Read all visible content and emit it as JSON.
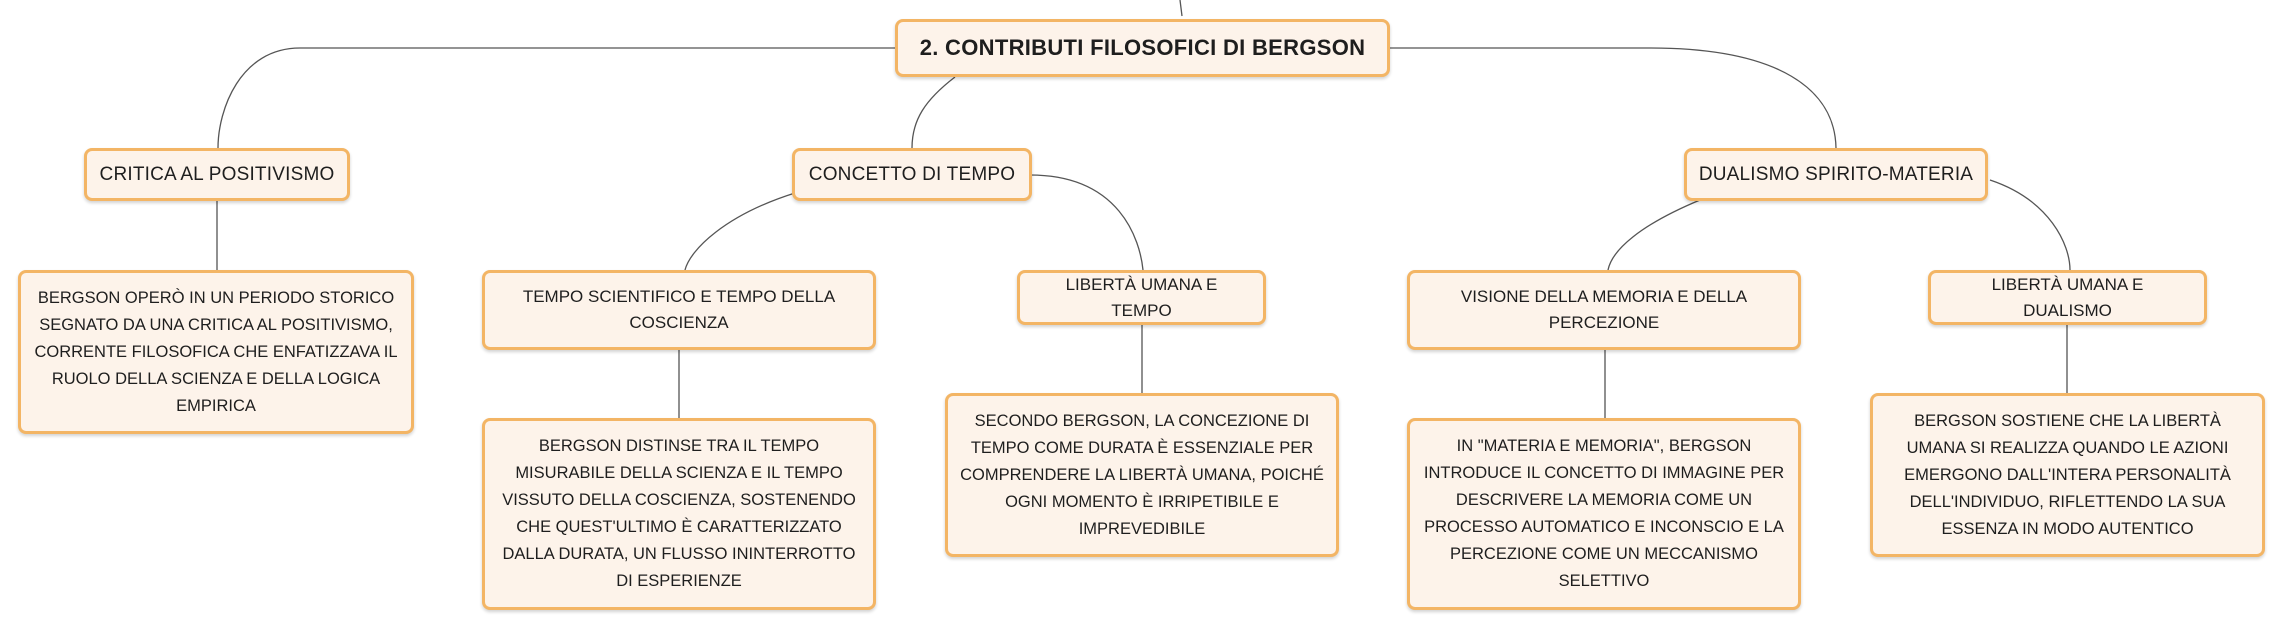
{
  "map": {
    "root": "2. CONTRIBUTI FILOSOFICI DI BERGSON",
    "topics": [
      {
        "title": "CRITICA AL POSITIVISMO",
        "detail": "BERGSON OPERÒ IN UN PERIODO STORICO SEGNATO DA UNA CRITICA AL POSITIVISMO, CORRENTE FILOSOFICA CHE ENFATIZZAVA IL RUOLO DELLA SCIENZA E DELLA LOGICA EMPIRICA"
      },
      {
        "title": "CONCETTO DI TEMPO",
        "subtopics": [
          {
            "title": "TEMPO SCIENTIFICO E TEMPO DELLA COSCIENZA",
            "detail": "BERGSON DISTINSE TRA IL TEMPO MISURABILE DELLA SCIENZA E IL TEMPO VISSUTO DELLA COSCIENZA, SOSTENENDO CHE QUEST'ULTIMO È CARATTERIZZATO DALLA DURATA, UN FLUSSO ININTERROTTO DI ESPERIENZE"
          },
          {
            "title": "LIBERTÀ UMANA E TEMPO",
            "detail": "SECONDO BERGSON, LA CONCEZIONE DI TEMPO COME DURATA È ESSENZIALE PER COMPRENDERE LA LIBERTÀ UMANA, POICHÉ OGNI MOMENTO È IRRIPETIBILE E IMPREVEDIBILE"
          }
        ]
      },
      {
        "title": "DUALISMO SPIRITO-MATERIA",
        "subtopics": [
          {
            "title": "VISIONE DELLA MEMORIA E DELLA PERCEZIONE",
            "detail": "IN \"MATERIA E MEMORIA\", BERGSON INTRODUCE IL CONCETTO DI IMMAGINE PER DESCRIVERE LA MEMORIA COME UN PROCESSO AUTOMATICO E INCONSCIO E LA PERCEZIONE COME UN MECCANISMO SELETTIVO"
          },
          {
            "title": "LIBERTÀ UMANA E DUALISMO",
            "detail": "BERGSON SOSTIENE CHE LA LIBERTÀ UMANA SI REALIZZA QUANDO LE AZIONI EMERGONO DALL'INTERA PERSONALITÀ DELL'INDIVIDUO, RIFLETTENDO LA SUA ESSENZA IN MODO AUTENTICO"
          }
        ]
      }
    ]
  }
}
